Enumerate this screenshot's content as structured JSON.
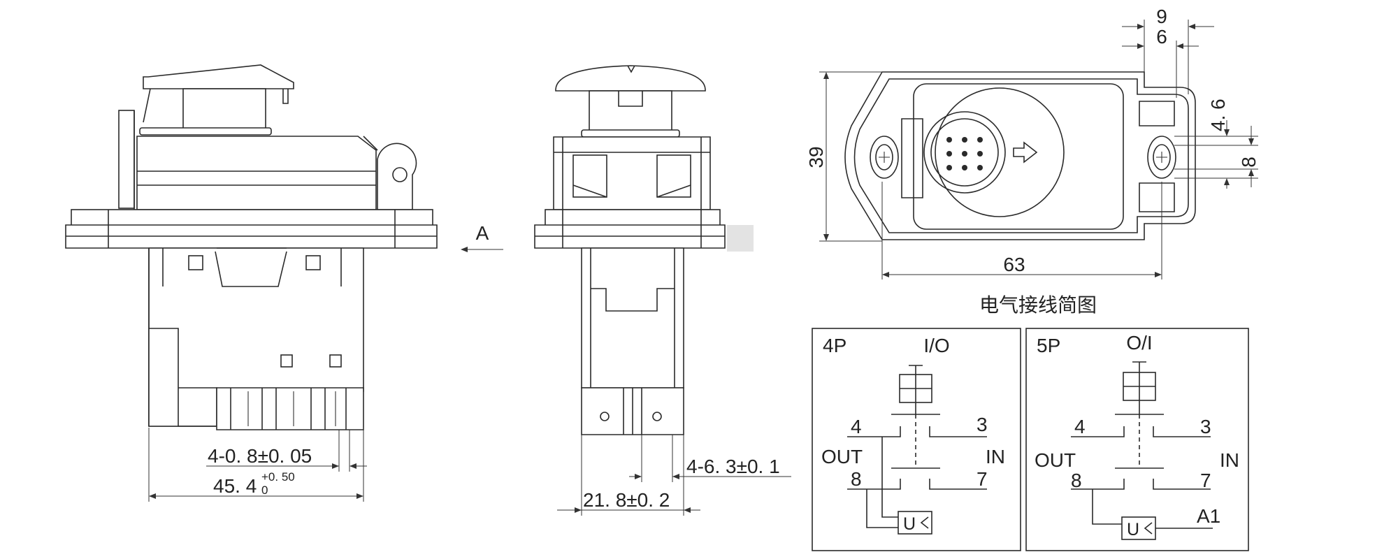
{
  "drawing": {
    "side_view": {
      "arrow_label": "A",
      "pin_dim": "4-0. 8±0. 05",
      "width_dim_main": "45. 4",
      "width_dim_tol_upper": "+0. 50",
      "width_dim_tol_lower": "0"
    },
    "front_view": {
      "pin_dim": "4-6. 3±0. 1",
      "width_dim": "21. 8±0. 2"
    },
    "top_view": {
      "dim_9": "9",
      "dim_6": "6",
      "dim_46": "4. 6",
      "dim_8": "8",
      "dim_39": "39",
      "dim_63": "63"
    },
    "wiring": {
      "title": "电气接线简图",
      "left": {
        "poles": "4P",
        "switch": "I/O",
        "t4": "4",
        "t3": "3",
        "t8": "8",
        "t7": "7",
        "out": "OUT",
        "in": "IN",
        "coil": "U"
      },
      "right": {
        "poles": "5P",
        "switch": "O/I",
        "t4": "4",
        "t3": "3",
        "t8": "8",
        "t7": "7",
        "out": "OUT",
        "in": "IN",
        "coil": "U",
        "a1": "A1"
      }
    }
  }
}
